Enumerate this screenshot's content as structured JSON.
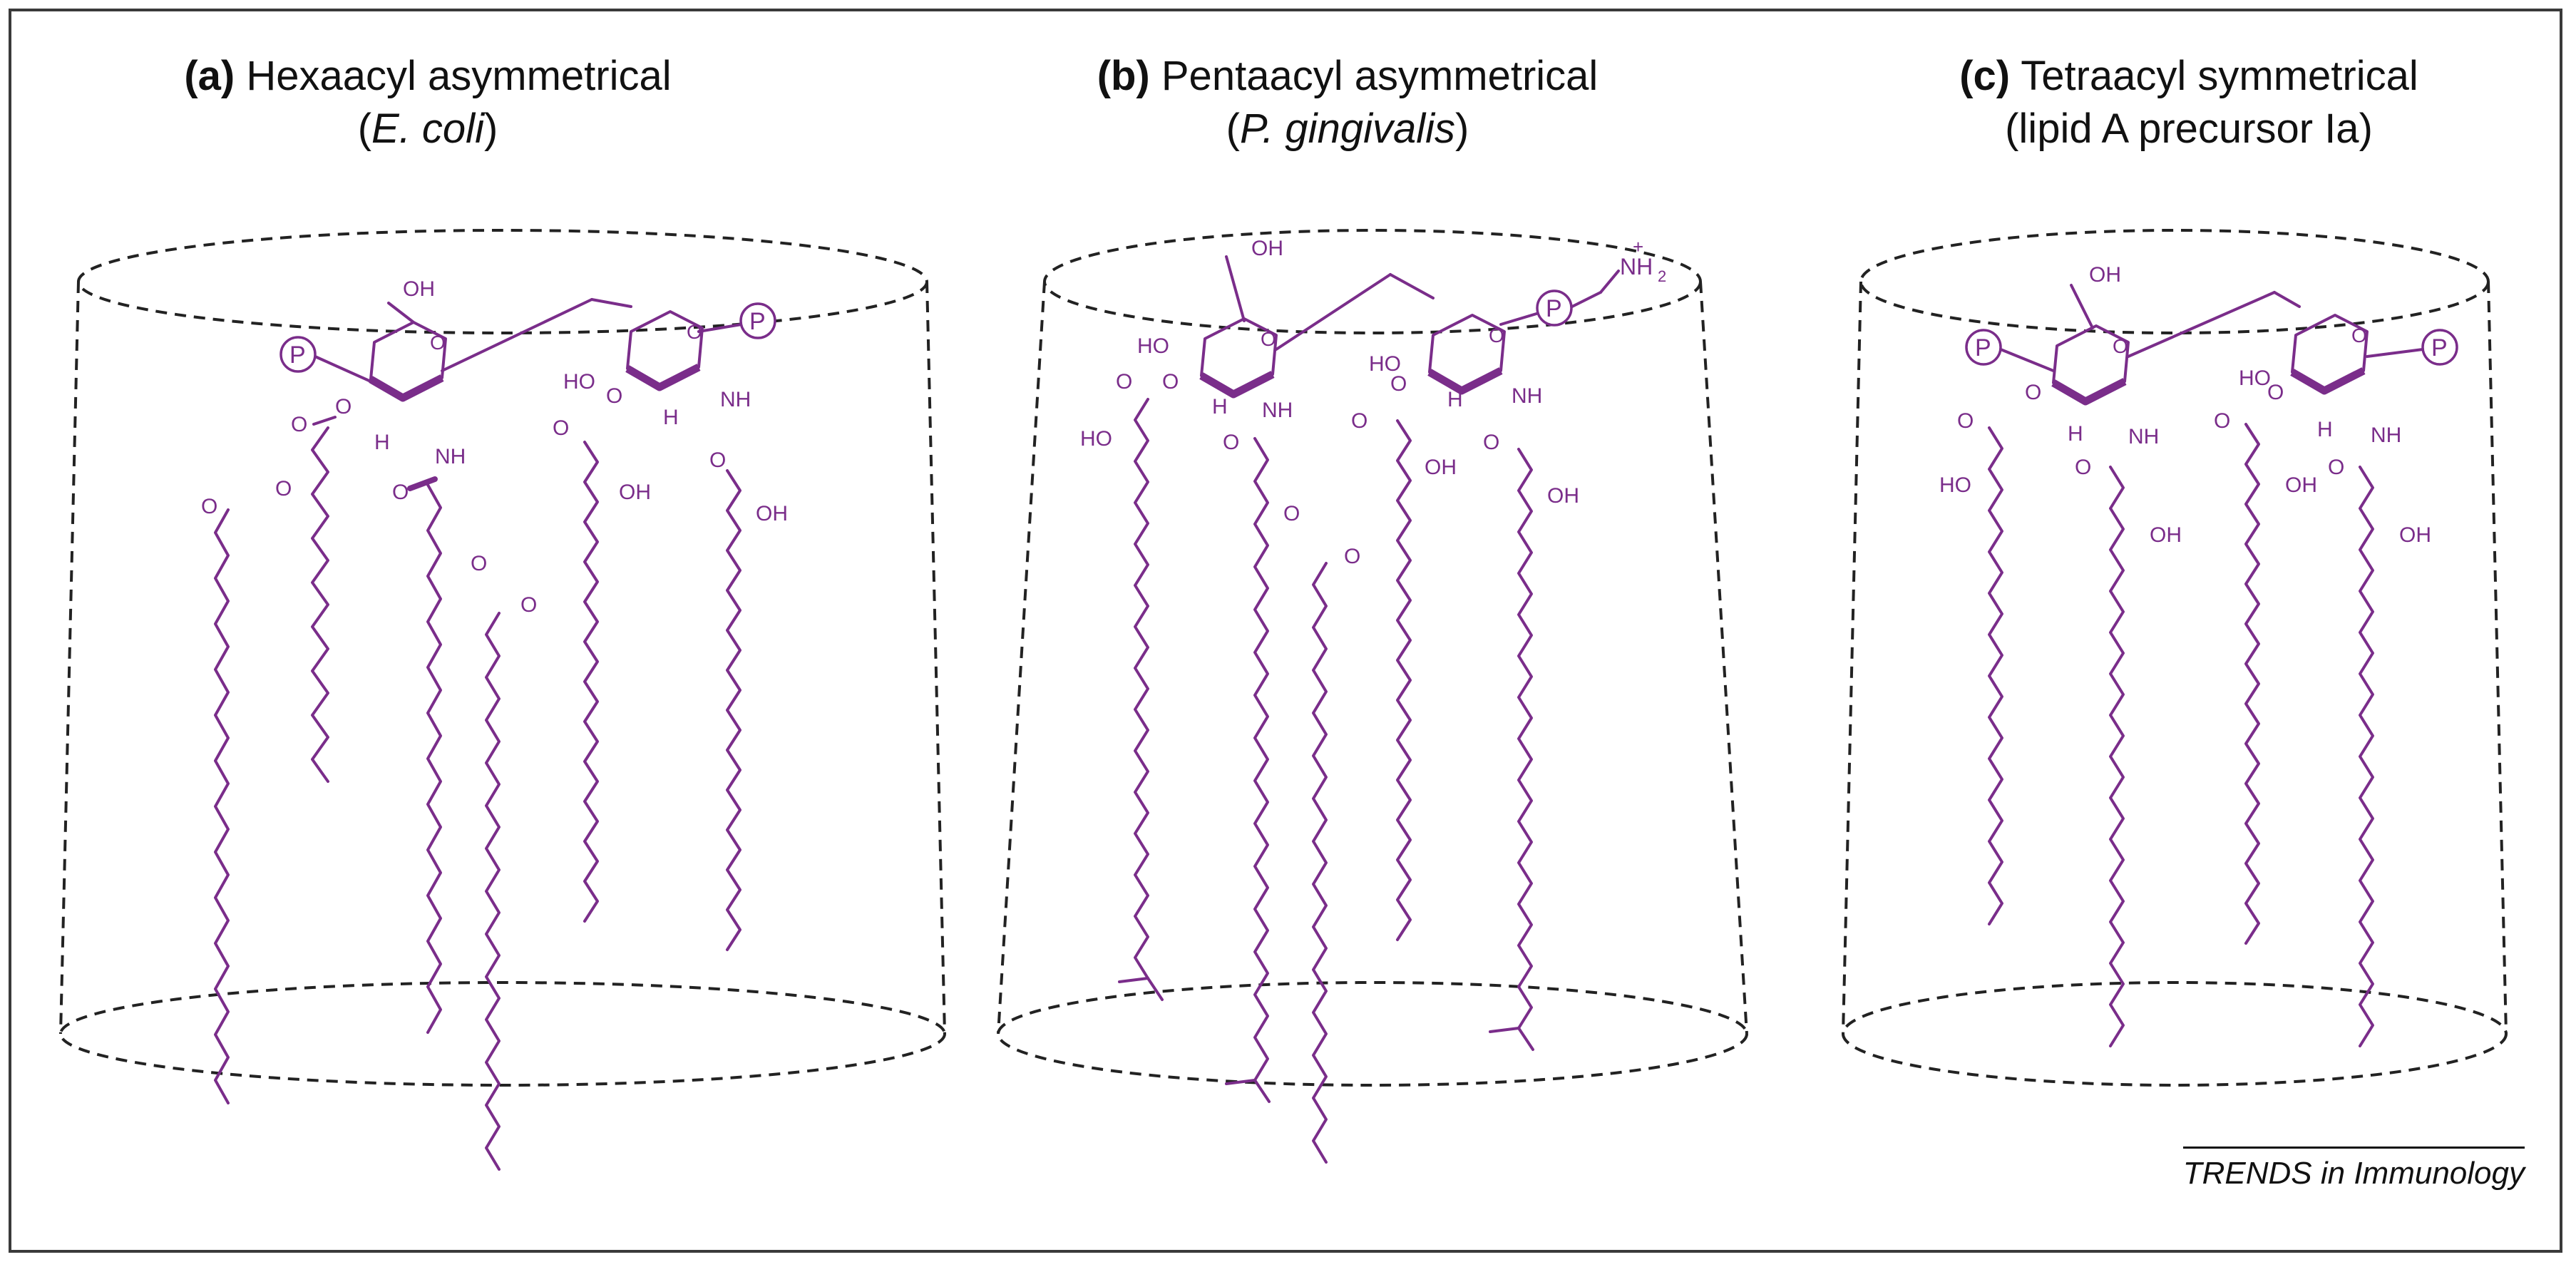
{
  "panels": [
    {
      "label": "(a)",
      "title": "Hexaacyl asymmetrical",
      "subtitle_pre": "(",
      "subtitle_it": "E. coli",
      "subtitle_post": ")"
    },
    {
      "label": "(b)",
      "title": "Pentaacyl asymmetrical",
      "subtitle_pre": "(",
      "subtitle_it": "P. gingivalis",
      "subtitle_post": ")"
    },
    {
      "label": "(c)",
      "title": "Tetraacyl symmetrical",
      "subtitle_pre": "",
      "subtitle_it": "",
      "subtitle_post": "(lipid A precursor Ia)"
    }
  ],
  "atoms": {
    "phosphate": "P",
    "hydroxyl": "OH",
    "hydroxyl_left": "HO",
    "amide": "NH",
    "oxygen": "O",
    "hydrogen": "H",
    "amine": "NH",
    "amine_sub": "2",
    "charge": "+"
  },
  "credit": "TRENDS in Immunology",
  "colors": {
    "molecule": "#7a2d8a",
    "outline": "#222222",
    "frame": "#3a3a3a"
  }
}
